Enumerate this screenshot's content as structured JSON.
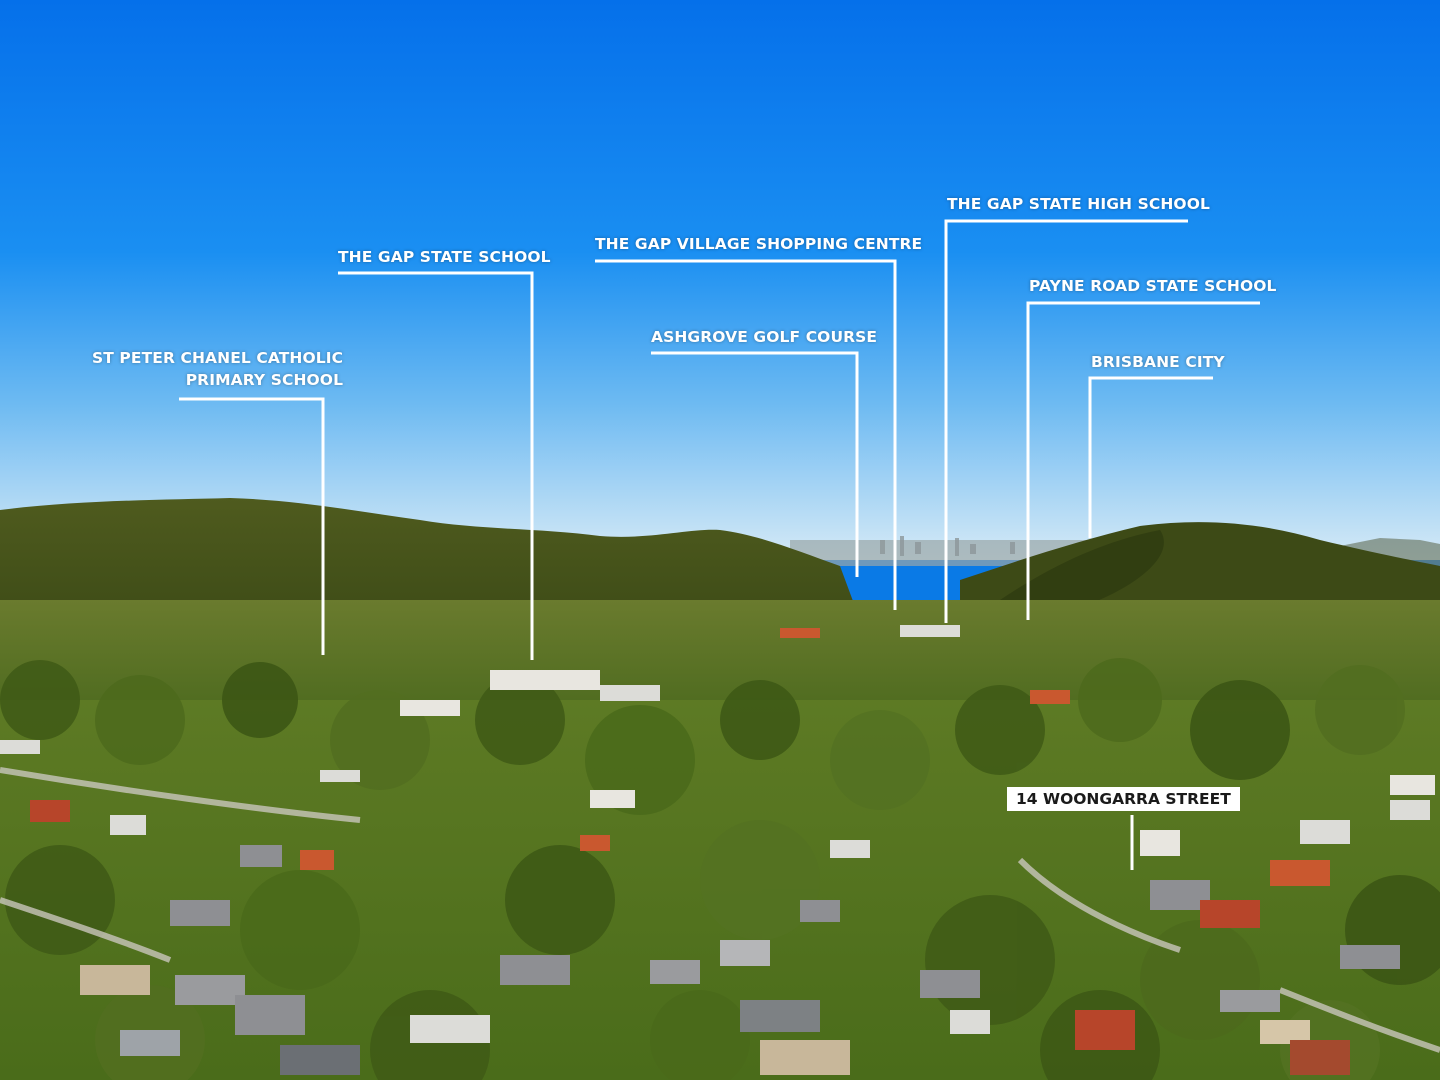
{
  "photo": {
    "sky_top": "#0570ea",
    "sky_mid": "#1f95f4",
    "sky_horizon": "#cfe6f7",
    "hill_color": "#4d5a1c",
    "hill_shadow": "#2c3a12",
    "canopy_color": "#5f7424",
    "roof_colors": [
      "#c9582f",
      "#e8e6e0",
      "#8e8f93",
      "#b7452a",
      "#dcdcd8",
      "#6b6f74"
    ]
  },
  "labels": {
    "st_peter_line1": "ST PETER CHANEL CATHOLIC",
    "st_peter_line2": "PRIMARY SCHOOL",
    "gap_state_school": "THE GAP STATE SCHOOL",
    "gap_village": "THE GAP VILLAGE SHOPPING CENTRE",
    "ashgrove": "ASHGROVE GOLF COURSE",
    "gap_high": "THE GAP STATE HIGH SCHOOL",
    "payne_road": "PAYNE ROAD STATE SCHOOL",
    "brisbane_city": "BRISBANE CITY",
    "property": "14 WOONGARRA STREET"
  },
  "label_color": "#ffffff",
  "property_tag_color": "#ffffff"
}
